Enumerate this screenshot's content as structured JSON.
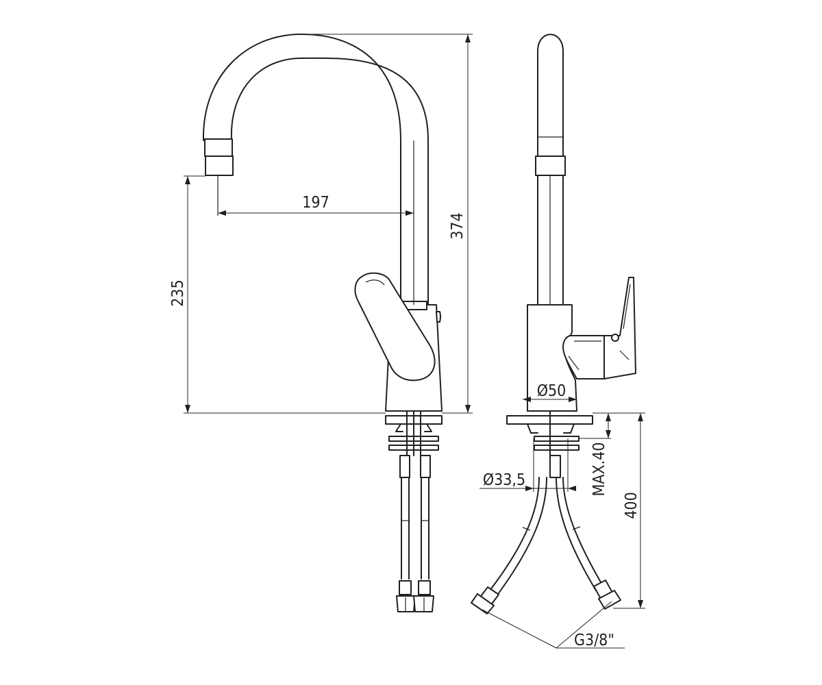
{
  "dimensions": {
    "spout_reach": "197",
    "total_height": "374",
    "spout_height": "235",
    "base_diameter": "Ø50",
    "shank_diameter": "Ø33,5",
    "max_counter_thickness": "MAX.40",
    "hose_length": "400",
    "hose_thread": "G3/8\""
  },
  "colors": {
    "line": "#231f20",
    "background": "#ffffff"
  }
}
